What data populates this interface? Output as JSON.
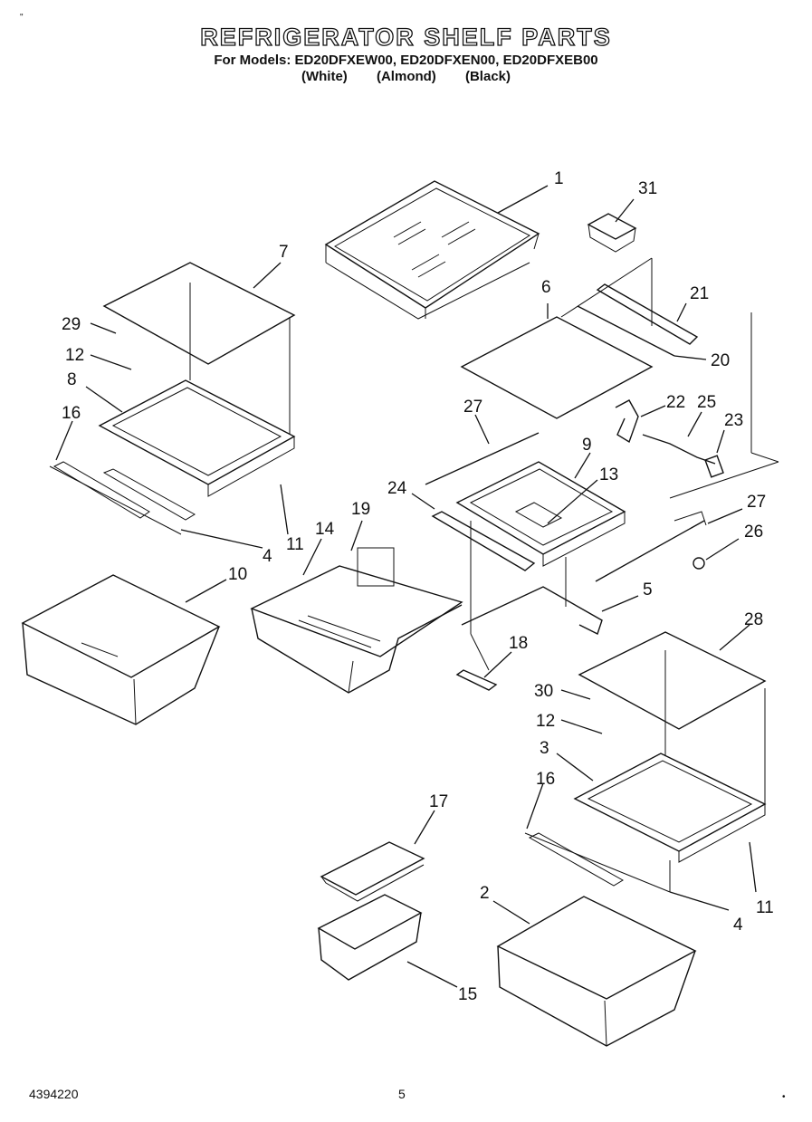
{
  "header": {
    "title": "REFRIGERATOR SHELF PARTS",
    "models": "For Models: ED20DFXEW00, ED20DFXEN00, ED20DFXEB00",
    "colors": [
      "(White)",
      "(Almond)",
      "(Black)"
    ]
  },
  "callouts": [
    "1",
    "31",
    "7",
    "6",
    "21",
    "29",
    "20",
    "12",
    "8",
    "22",
    "25",
    "23",
    "16",
    "27",
    "9",
    "13",
    "24",
    "19",
    "27",
    "26",
    "14",
    "10",
    "4",
    "11",
    "5",
    "28",
    "18",
    "30",
    "12",
    "3",
    "16",
    "17",
    "2",
    "4",
    "11",
    "15"
  ],
  "footer": {
    "doc_number": "4394220",
    "page": "5"
  }
}
